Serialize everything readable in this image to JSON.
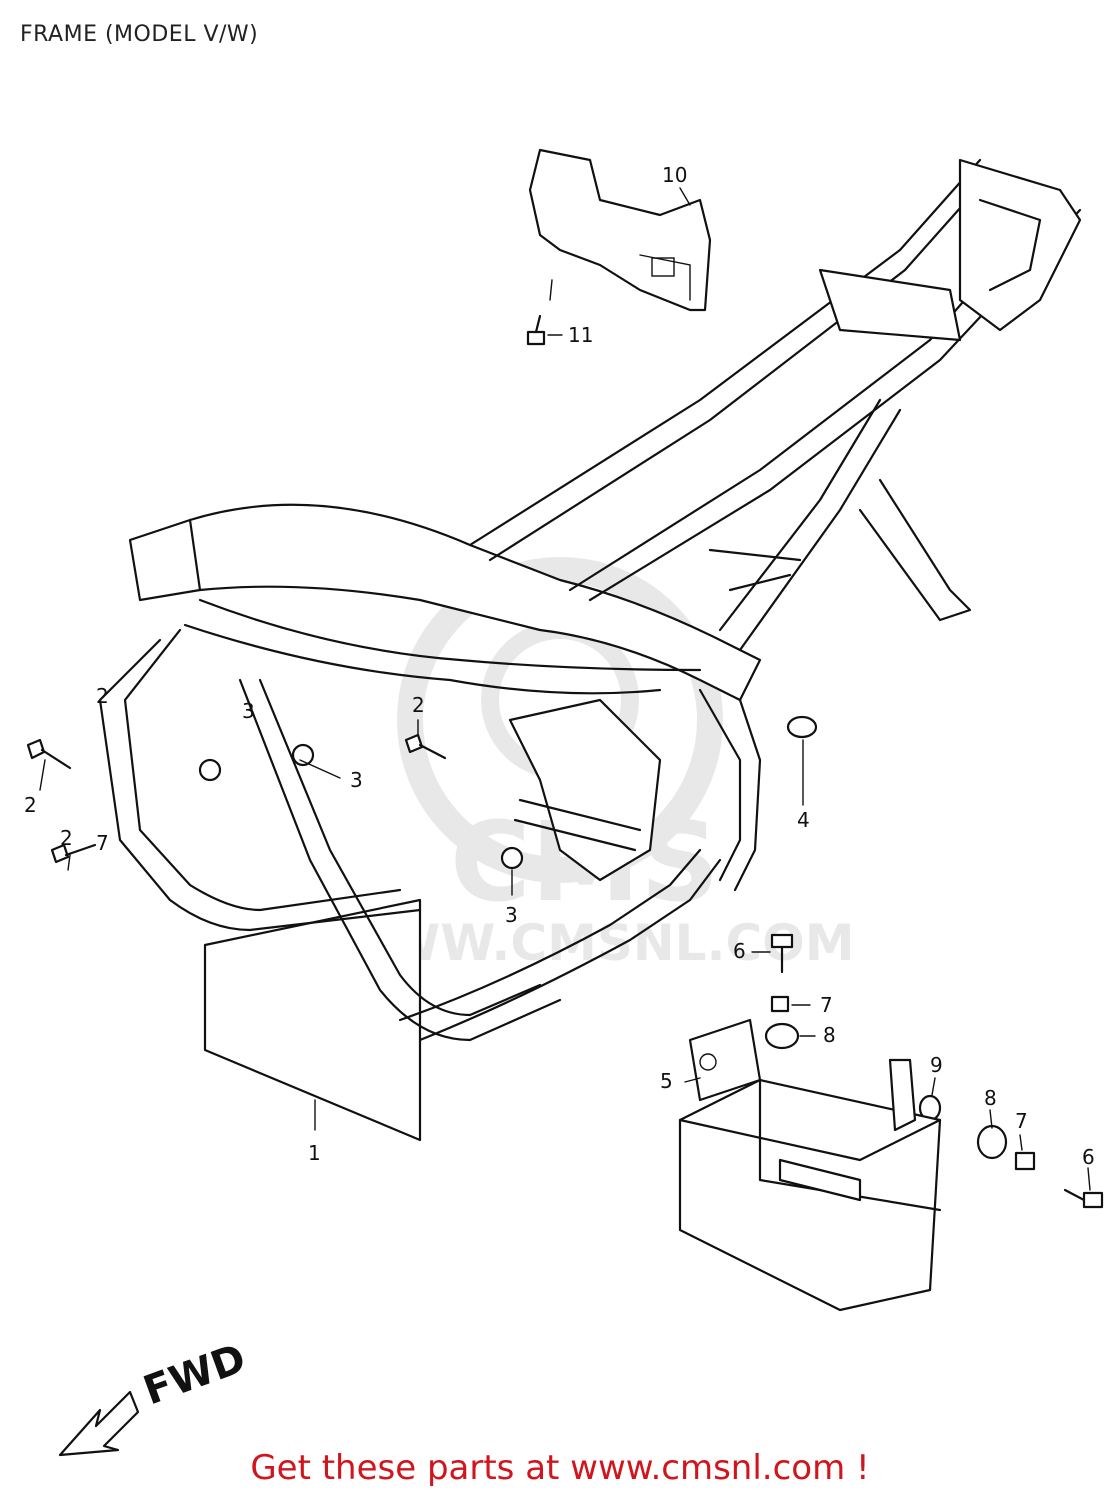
{
  "title": "FRAME (MODEL V/W)",
  "watermark": "WWW.CMSNL.COM",
  "watermark_logo_text": "CMS",
  "direction_label": "FWD",
  "footer": {
    "text": "Get these parts at www.cmsnl.com !",
    "color": "#d2141c"
  },
  "callouts": [
    {
      "id": "c1",
      "label": "1"
    },
    {
      "id": "c2a",
      "label": "2"
    },
    {
      "id": "c2b",
      "label": "2"
    },
    {
      "id": "c2c",
      "label": "2"
    },
    {
      "id": "c2d",
      "label": "2"
    },
    {
      "id": "c3a",
      "label": "3"
    },
    {
      "id": "c3b",
      "label": "3"
    },
    {
      "id": "c3c",
      "label": "3"
    },
    {
      "id": "c4",
      "label": "4"
    },
    {
      "id": "c5",
      "label": "5"
    },
    {
      "id": "c6a",
      "label": "6"
    },
    {
      "id": "c6b",
      "label": "6"
    },
    {
      "id": "c7a",
      "label": "7"
    },
    {
      "id": "c7b",
      "label": "7"
    },
    {
      "id": "c7c",
      "label": "7"
    },
    {
      "id": "c8a",
      "label": "8"
    },
    {
      "id": "c8b",
      "label": "8"
    },
    {
      "id": "c9",
      "label": "9"
    },
    {
      "id": "c10",
      "label": "10"
    },
    {
      "id": "c11",
      "label": "11"
    }
  ]
}
